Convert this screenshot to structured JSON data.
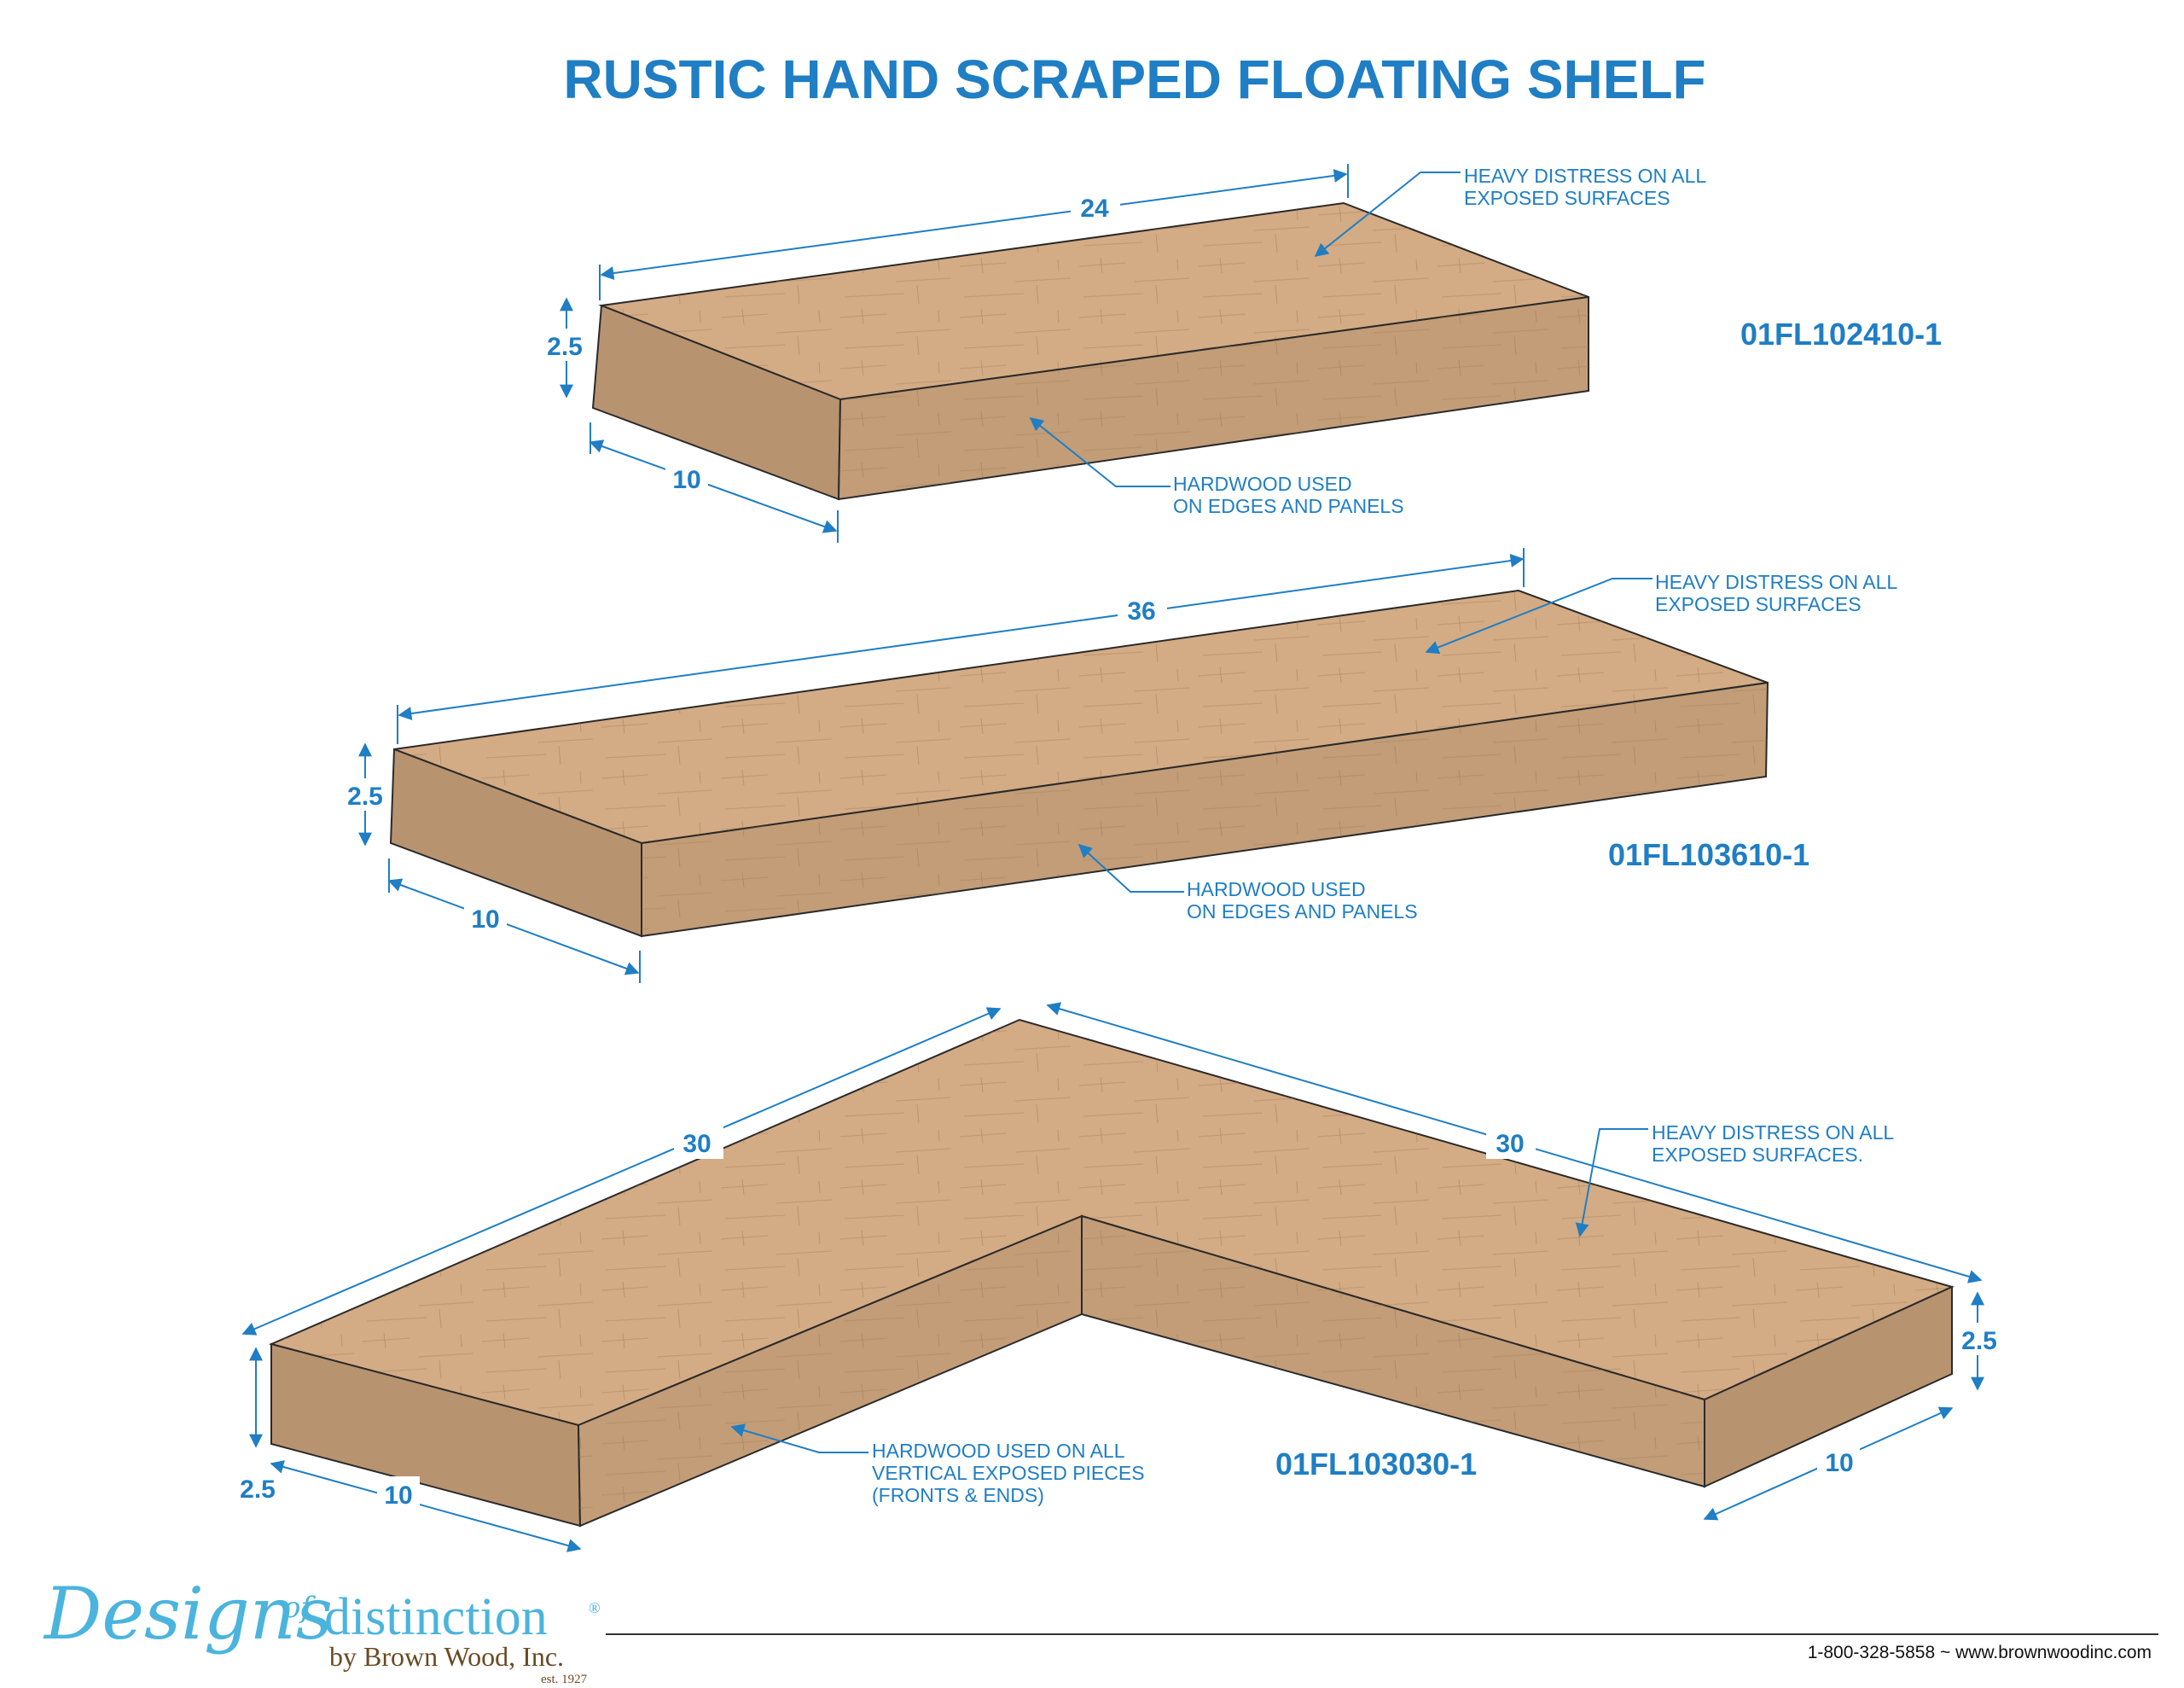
{
  "title": "RUSTIC HAND SCRAPED FLOATING SHELF",
  "colors": {
    "accent": "#1f7ec4",
    "wood_top": "#d3ab84",
    "wood_front": "#c29d78",
    "wood_side": "#b89370",
    "outline": "#2a2a2a",
    "logo_blue": "#4bb4dd",
    "logo_brown": "#6b4a22"
  },
  "shelves": [
    {
      "part_number": "01FL102410-1",
      "dims": {
        "length": "24",
        "depth": "10",
        "height": "2.5"
      },
      "notes": {
        "top": [
          "HEAVY DISTRESS ON ALL",
          "EXPOSED SURFACES"
        ],
        "edge": [
          "HARDWOOD USED",
          "ON EDGES AND PANELS"
        ]
      }
    },
    {
      "part_number": "01FL103610-1",
      "dims": {
        "length": "36",
        "depth": "10",
        "height": "2.5"
      },
      "notes": {
        "top": [
          "HEAVY DISTRESS ON ALL",
          "EXPOSED SURFACES"
        ],
        "edge": [
          "HARDWOOD USED",
          "ON EDGES AND PANELS"
        ]
      }
    },
    {
      "part_number": "01FL103030-1",
      "dims": {
        "left_length": "30",
        "right_length": "30",
        "left_height": "2.5",
        "right_height": "2.5",
        "left_depth": "10",
        "right_depth": "10"
      },
      "notes": {
        "top": [
          "HEAVY DISTRESS ON ALL",
          "EXPOSED SURFACES."
        ],
        "edge": [
          "HARDWOOD USED ON ALL",
          "VERTICAL EXPOSED PIECES",
          "(FRONTS & ENDS)"
        ]
      }
    }
  ],
  "footer": {
    "logo": {
      "script": "Designs",
      "of": "of",
      "word": "distinction",
      "registered": "®",
      "by": "by Brown Wood, Inc.",
      "est": "est. 1927"
    },
    "contact": "1-800-328-5858 ~ www.brownwoodinc.com"
  }
}
